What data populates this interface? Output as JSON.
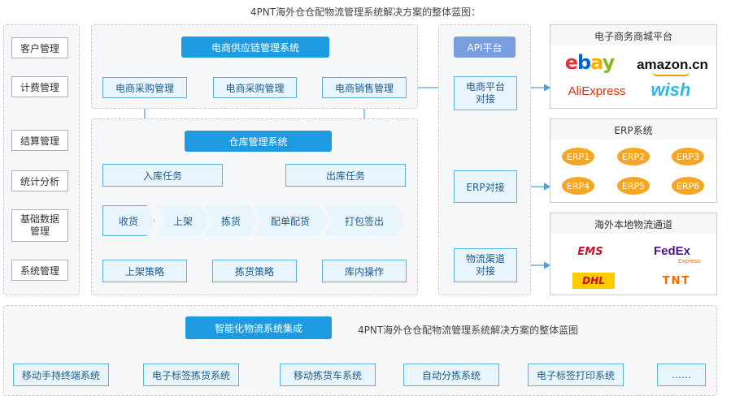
{
  "title": "4PNT海外仓仓配物流管理系统解决方案的整体蓝图：",
  "left_menu": [
    "客户管理",
    "计费管理",
    "结算管理",
    "统计分析",
    "基础数据\n管理",
    "系统管理"
  ],
  "supply_chain": {
    "title": "电商供应链管理系统",
    "boxes": [
      "电商采购管理",
      "电商采购管理",
      "电商销售管理"
    ]
  },
  "warehouse": {
    "title": "仓库管理系统",
    "inbound": "入库任务",
    "outbound": "出库任务",
    "flow": [
      "收货",
      "上架",
      "拣货",
      "配单配货",
      "打包签出"
    ],
    "strategies": [
      "上架策略",
      "拣货策略",
      "库内操作"
    ]
  },
  "api": {
    "title": "API平台",
    "boxes": [
      "电商平台\n对接",
      "ERP对接",
      "物流渠道\n对接"
    ]
  },
  "ecommerce_panel": {
    "title": "电子商务商城平台",
    "logos": [
      "ebay",
      "amazon.cn",
      "AliExpress",
      "wish"
    ]
  },
  "erp_panel": {
    "title": "ERP系统",
    "items": [
      "ERP1",
      "ERP2",
      "ERP3",
      "ERP4",
      "ERP5",
      "ERP6"
    ]
  },
  "logistics_panel": {
    "title": "海外本地物流通道",
    "logos": [
      "EMS",
      "FedEx",
      "Express",
      "DHL",
      "TNT"
    ]
  },
  "bottom": {
    "title": "智能化物流系统集成",
    "caption": "4PNT海外仓仓配物流管理系统解决方案的整体蓝图",
    "items": [
      "移动手持终端系统",
      "电子标签拣货系统",
      "移动拣货车系统",
      "自动分拣系统",
      "电子标签打印系统",
      "……"
    ]
  },
  "colors": {
    "accent_blue": "#1e9be0",
    "light_blue": "#e9f5fd",
    "erp_orange": "#f5a623"
  }
}
